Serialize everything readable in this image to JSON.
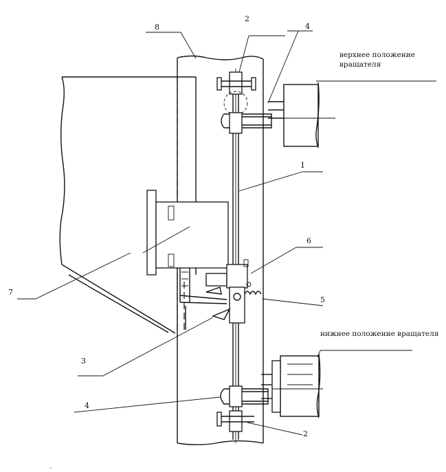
{
  "labels": {
    "n1": "1",
    "n2_top": "2",
    "n2_bottom": "2",
    "n3": "3",
    "n4_top": "4",
    "n4_bottom": "4",
    "n5": "5",
    "n6": "6",
    "n7": "7",
    "n8": "8"
  },
  "captions": {
    "upper_line1": "верхнее положение",
    "upper_line2": "вращателя",
    "lower": "нижнее положение вращателя"
  }
}
